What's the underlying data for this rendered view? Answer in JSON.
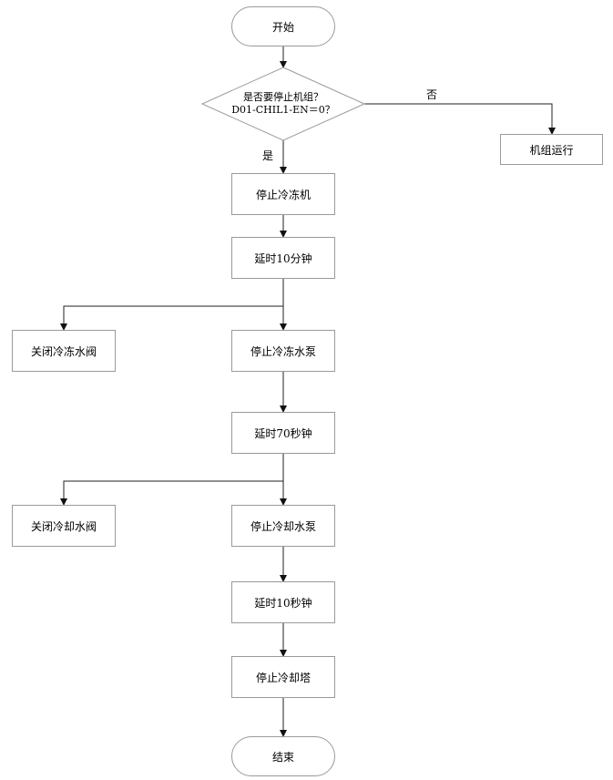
{
  "start": "开始",
  "decision": {
    "line1": "是否要停止机组？",
    "line2": "D01-CHIL1-EN＝0？"
  },
  "branch_no": "否",
  "branch_yes": "是",
  "unit_running": "机组运行",
  "stop_chiller": "停止冷冻机",
  "delay1": "延时10分钟",
  "close_chilled_valve": "关闭冷冻水阀",
  "stop_chilled_pump": "停止冷冻水泵",
  "delay2": "延时70秒钟",
  "close_cooling_valve": "关闭冷却水阀",
  "stop_cooling_pump": "停止冷却水泵",
  "delay3": "延时10秒钟",
  "stop_cooling_tower": "停止冷却塔",
  "end": "结束"
}
